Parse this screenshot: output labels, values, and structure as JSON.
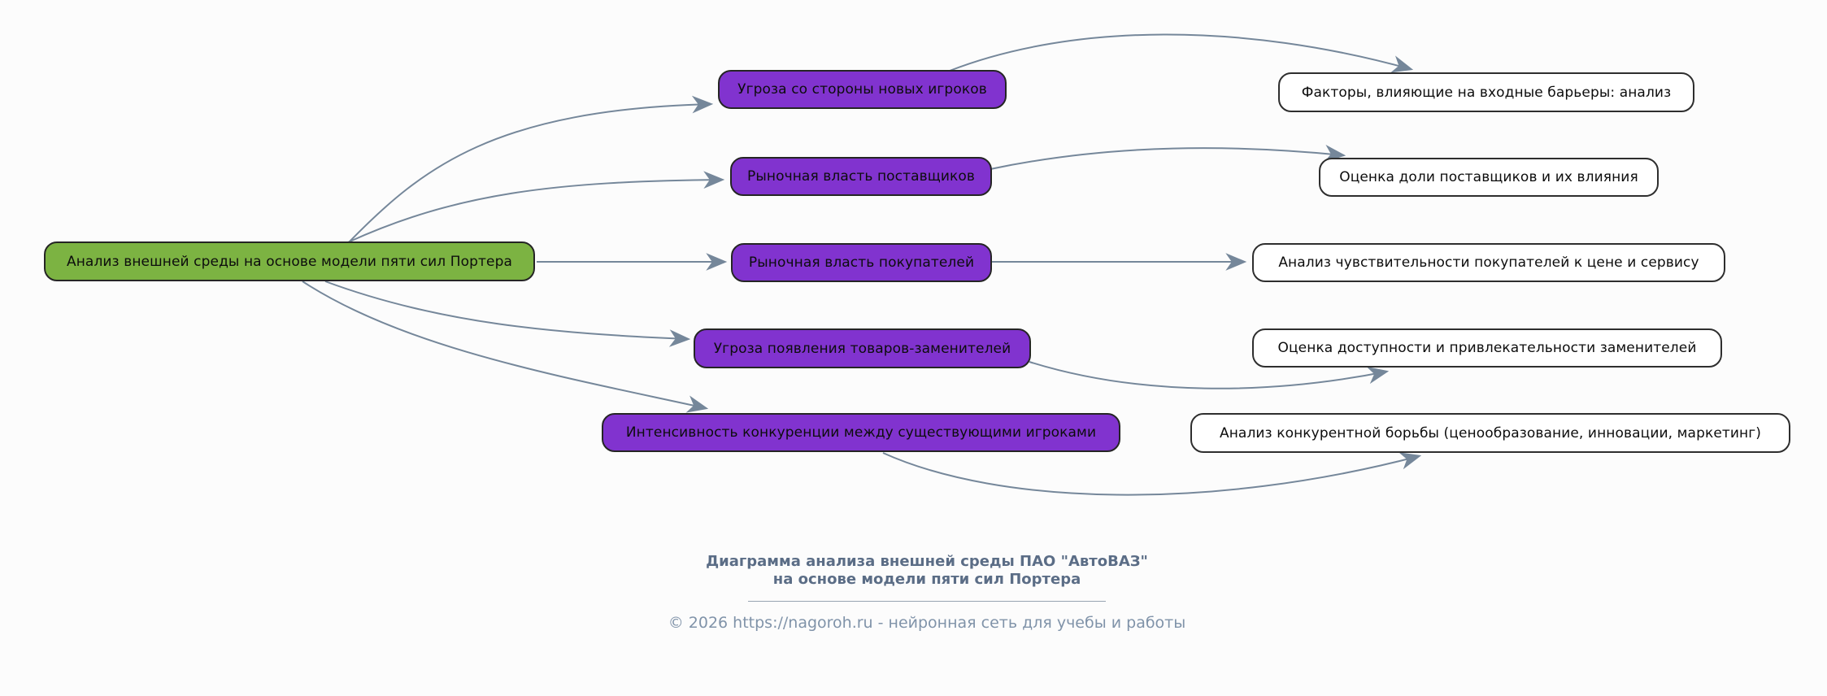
{
  "diagram": {
    "title_hint": "Porter five forces external environment analysis",
    "root": {
      "id": "root",
      "label": "Анализ внешней среды на основе модели пяти сил Портера"
    },
    "forces": [
      {
        "id": "force-1",
        "label": "Угроза со стороны новых игроков"
      },
      {
        "id": "force-2",
        "label": "Рыночная власть поставщиков"
      },
      {
        "id": "force-3",
        "label": "Рыночная власть покупателей"
      },
      {
        "id": "force-4",
        "label": "Угроза появления товаров-заменителей"
      },
      {
        "id": "force-5",
        "label": "Интенсивность конкуренции между существующими игроками"
      }
    ],
    "details": [
      {
        "id": "detail-1",
        "label": "Факторы, влияющие на входные барьеры: анализ"
      },
      {
        "id": "detail-2",
        "label": "Оценка доли поставщиков и их влияния"
      },
      {
        "id": "detail-3",
        "label": "Анализ чувствительности покупателей к цене и сервису"
      },
      {
        "id": "detail-4",
        "label": "Оценка доступности и привлекательности заменителей"
      },
      {
        "id": "detail-5",
        "label": "Анализ конкурентной борьбы (ценообразование, инновации, маркетинг)"
      }
    ],
    "edges": [
      {
        "from": "root",
        "to": "force-1"
      },
      {
        "from": "root",
        "to": "force-2"
      },
      {
        "from": "root",
        "to": "force-3"
      },
      {
        "from": "root",
        "to": "force-4"
      },
      {
        "from": "root",
        "to": "force-5"
      },
      {
        "from": "force-1",
        "to": "detail-1"
      },
      {
        "from": "force-2",
        "to": "detail-2"
      },
      {
        "from": "force-3",
        "to": "detail-3"
      },
      {
        "from": "force-4",
        "to": "detail-4"
      },
      {
        "from": "force-5",
        "to": "detail-5"
      }
    ],
    "colors": {
      "root_fill": "#7cb342",
      "force_fill": "#8133cf",
      "detail_fill": "#ffffff",
      "node_border": "#252525",
      "edge_stroke": "#75879a",
      "background": "#fcfcfc"
    }
  },
  "caption": {
    "line1": "Диаграмма анализа внешней среды ПАО \"АвтоВАЗ\"",
    "line2": "на основе модели пяти сил Портера",
    "color": "#5b6d86"
  },
  "footer": {
    "text": "© 2026 https://nagoroh.ru - нейронная сеть для учебы и работы",
    "color": "#8093a9"
  }
}
